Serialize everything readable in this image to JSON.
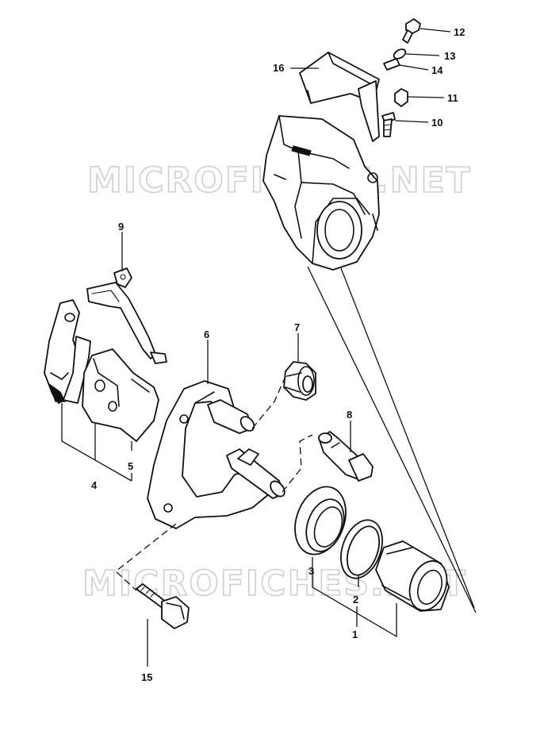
{
  "watermark": {
    "upper": "MICROFICHES.NET",
    "lower": "MICROFICHES.NET"
  },
  "callouts": {
    "c1": "1",
    "c2": "2",
    "c3": "3",
    "c4": "4",
    "c5": "5",
    "c6": "6",
    "c7": "7",
    "c8": "8",
    "c9": "9",
    "c10": "10",
    "c11": "11",
    "c12": "12",
    "c13": "13",
    "c14": "14",
    "c15": "15",
    "c16": "16"
  }
}
